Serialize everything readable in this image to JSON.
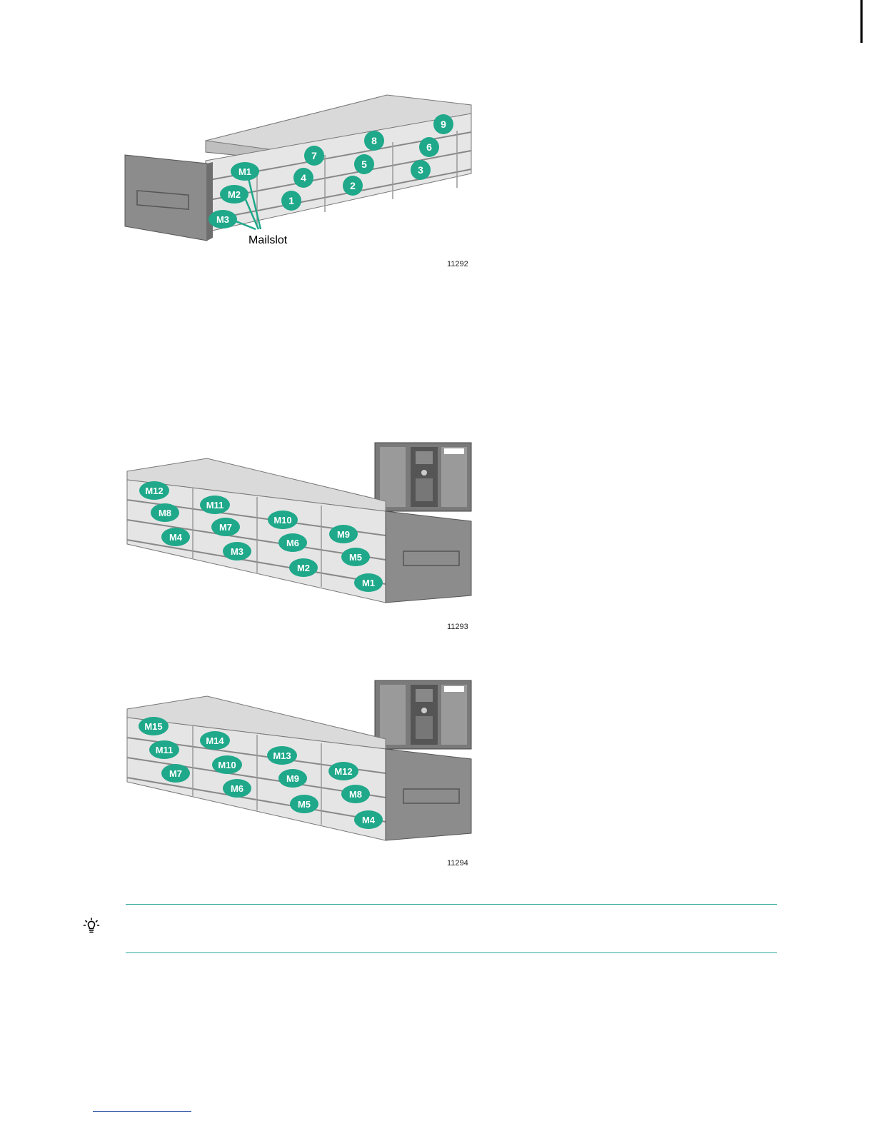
{
  "figure1": {
    "id": "11292",
    "callout_label": "Mailslot",
    "slot_labels": [
      "1",
      "2",
      "3",
      "4",
      "5",
      "6",
      "7",
      "8",
      "9"
    ],
    "mailslot_labels": [
      "M1",
      "M2",
      "M3"
    ]
  },
  "figure2": {
    "id": "11293",
    "mailslot_labels": [
      "M12",
      "M11",
      "M10",
      "M9",
      "M8",
      "M7",
      "M6",
      "M5",
      "M4",
      "M3",
      "M2",
      "M1"
    ]
  },
  "figure3": {
    "id": "11294",
    "mailslot_labels": [
      "M15",
      "M14",
      "M13",
      "M12",
      "M11",
      "M10",
      "M9",
      "M8",
      "M7",
      "M6",
      "M5",
      "M4"
    ]
  },
  "colors": {
    "callout": "#1fa88a",
    "accent_rule": "#2aa79a",
    "magazine_light": "#dcdcdc",
    "magazine_dark": "#8a8a8a"
  },
  "icons": {
    "tip": "lightbulb-icon"
  }
}
